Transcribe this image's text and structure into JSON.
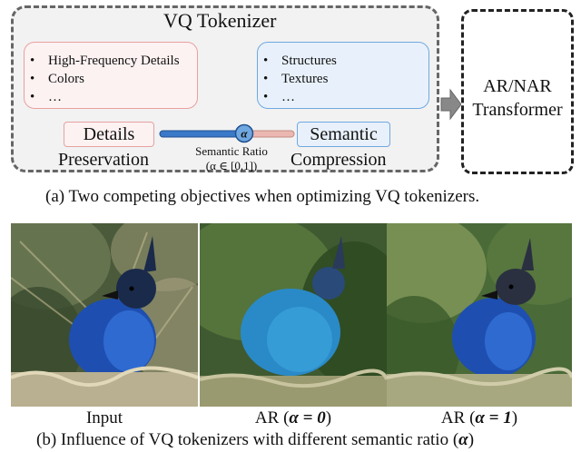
{
  "figure_a": {
    "tokenizer_title": "VQ Tokenizer",
    "left_list": [
      "High-Frequency Details",
      "Colors",
      "…"
    ],
    "right_list": [
      "Structures",
      "Textures",
      "…"
    ],
    "bullet": "•",
    "details_tag": "Details",
    "details_sub": "Preservation",
    "semantic_tag": "Semantic",
    "semantic_sub": "Compression",
    "alpha_symbol": "α",
    "slider_label": "Semantic Ratio",
    "slider_range": "(α ∈ [0,1])",
    "transformer_line1": "AR/NAR",
    "transformer_line2": "Transformer",
    "caption": "(a) Two competing objectives when optimizing VQ tokenizers."
  },
  "figure_b": {
    "labels": [
      "Input",
      "AR (α = 0)",
      "AR (α = 1)"
    ],
    "caption": "(b) Influence of VQ tokenizers with different semantic ratio (α)"
  },
  "colors": {
    "pink_border": "#e8a0a0",
    "blue_border": "#6fa8e0",
    "slider_blue": "#3a78c8",
    "slider_pink": "#eab8b0"
  }
}
